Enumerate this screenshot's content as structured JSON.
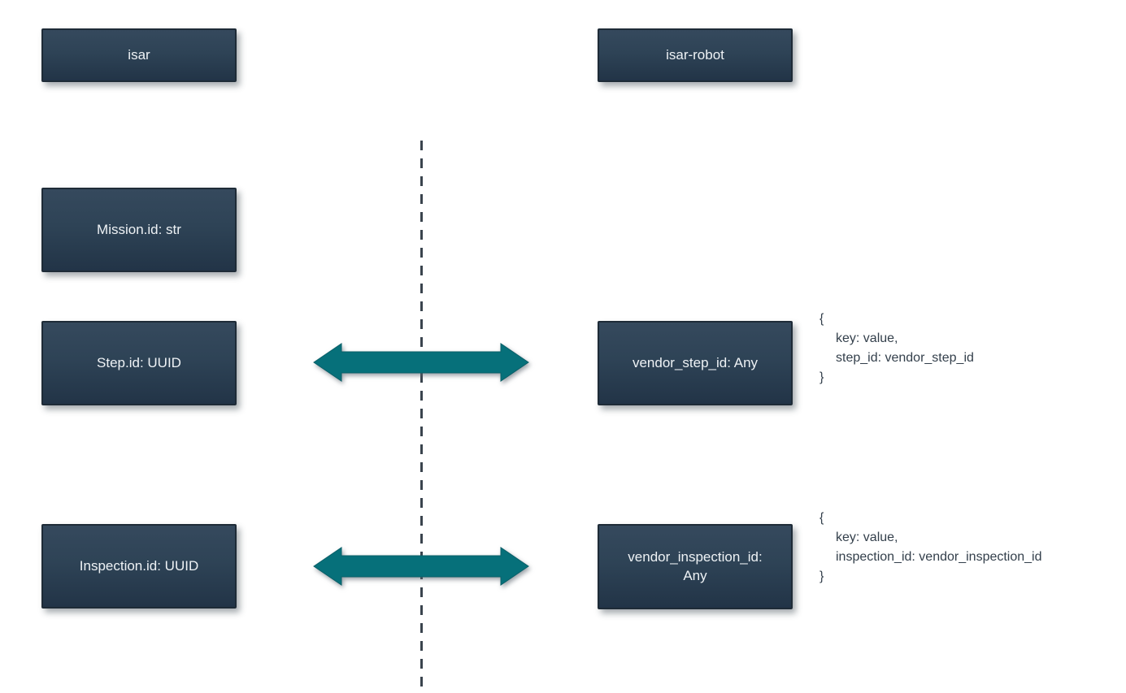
{
  "colors": {
    "page_bg": "#ffffff",
    "box_fill_top": "#35495d",
    "box_fill_mid": "#2e4356",
    "box_fill_bottom": "#223447",
    "box_border": "#1e2b37",
    "box_text": "#eef2f5",
    "arrow_teal": "#06707a",
    "arrow_edge": "#0b5f68",
    "dash_line": "#3a444e",
    "annotation_text": "#333f4b"
  },
  "left_column": {
    "header": "isar",
    "mission_box": "Mission.id: str",
    "step_box": "Step.id: UUID",
    "inspection_box": "Inspection.id: UUID"
  },
  "right_column": {
    "header": "isar-robot",
    "vendor_step_box": "vendor_step_id: Any",
    "vendor_inspection_box": "vendor_inspection_id:\nAny"
  },
  "annotations": {
    "step_mapping": {
      "open_brace": "{",
      "entry_line": "key: value,",
      "mapping_line": "step_id: vendor_step_id",
      "close_brace": "}"
    },
    "inspection_mapping": {
      "open_brace": "{",
      "entry_line": "key: value,",
      "mapping_line": "inspection_id: vendor_inspection_id",
      "close_brace": "}"
    }
  }
}
